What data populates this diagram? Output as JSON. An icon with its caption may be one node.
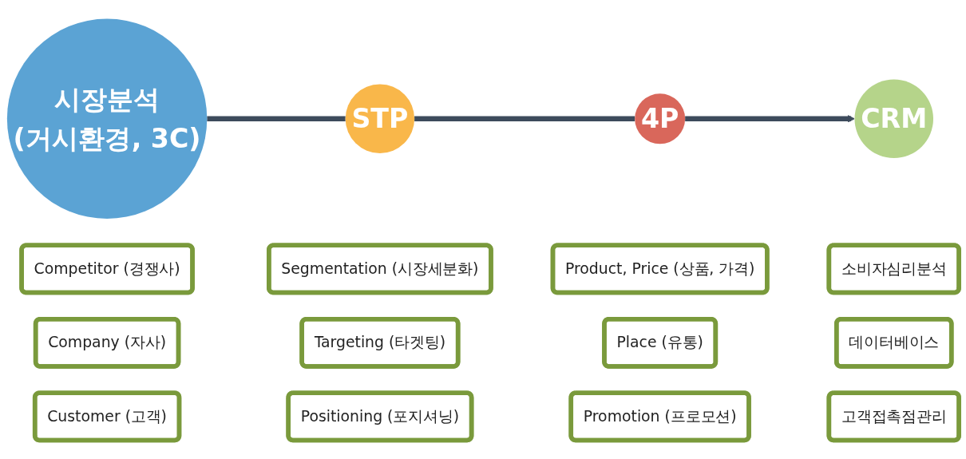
{
  "diagram": {
    "nodes": [
      {
        "text": [
          "시장분석",
          "(거시환경, 3C)"
        ]
      },
      {
        "text": [
          "STP"
        ]
      },
      {
        "text": [
          "4P"
        ]
      },
      {
        "text": [
          "CRM"
        ]
      },
      {
        "text": [
          "Competitor (경쟁사)"
        ]
      },
      {
        "text": [
          "Segmentation (시장세분화)"
        ]
      },
      {
        "text": [
          "Product, Price (상품, 가격)"
        ]
      },
      {
        "text": [
          "소비자심리분석"
        ]
      },
      {
        "text": [
          "Company (자사)"
        ]
      },
      {
        "text": [
          "Targeting (타겟팅)"
        ]
      },
      {
        "text": [
          "Place (유통)"
        ]
      },
      {
        "text": [
          "데이터베이스"
        ]
      },
      {
        "text": [
          "Customer (고객)"
        ]
      },
      {
        "text": [
          "Positioning (포지셔닝)"
        ]
      },
      {
        "text": [
          "Promotion (프로모션)"
        ]
      },
      {
        "text": [
          "고객접촉점관리"
        ]
      }
    ],
    "edges": [
      {
        "from": 0,
        "to": 1,
        "arrow": "none"
      },
      {
        "from": 1,
        "to": 2,
        "arrow": "none"
      },
      {
        "from": 2,
        "to": 3,
        "arrow": "to"
      }
    ]
  }
}
